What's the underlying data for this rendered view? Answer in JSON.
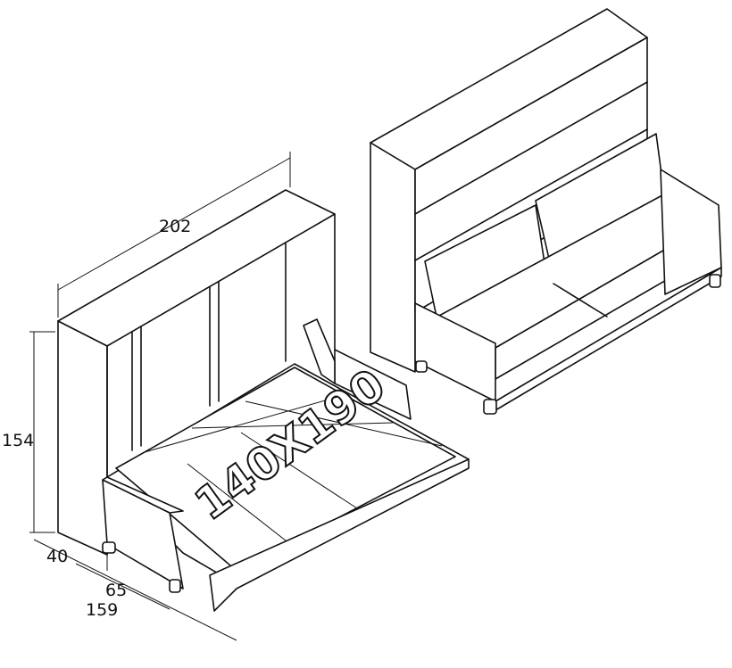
{
  "dimensions": {
    "width": "202",
    "height": "154",
    "depth_closed": "40",
    "depth_open_extra": "65",
    "depth_open_total": "159"
  },
  "bed_size_label": "140X190"
}
